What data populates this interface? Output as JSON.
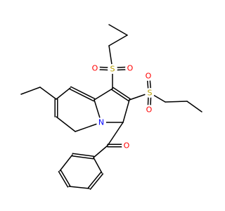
{
  "molecule": {
    "atom_labels": [
      {
        "id": "S_top",
        "text": "S",
        "color": "#b8a000"
      },
      {
        "id": "O_top_left",
        "text": "O",
        "color": "#ff0000"
      },
      {
        "id": "O_top_right",
        "text": "O",
        "color": "#ff0000"
      },
      {
        "id": "S_mid",
        "text": "S",
        "color": "#b8a000"
      },
      {
        "id": "O_mid_up",
        "text": "O",
        "color": "#ff0000"
      },
      {
        "id": "O_mid_down",
        "text": "O",
        "color": "#ff0000"
      },
      {
        "id": "N_ring",
        "text": "N",
        "color": "#0000ff"
      },
      {
        "id": "O_carbonyl",
        "text": "O",
        "color": "#ff0000"
      }
    ]
  }
}
